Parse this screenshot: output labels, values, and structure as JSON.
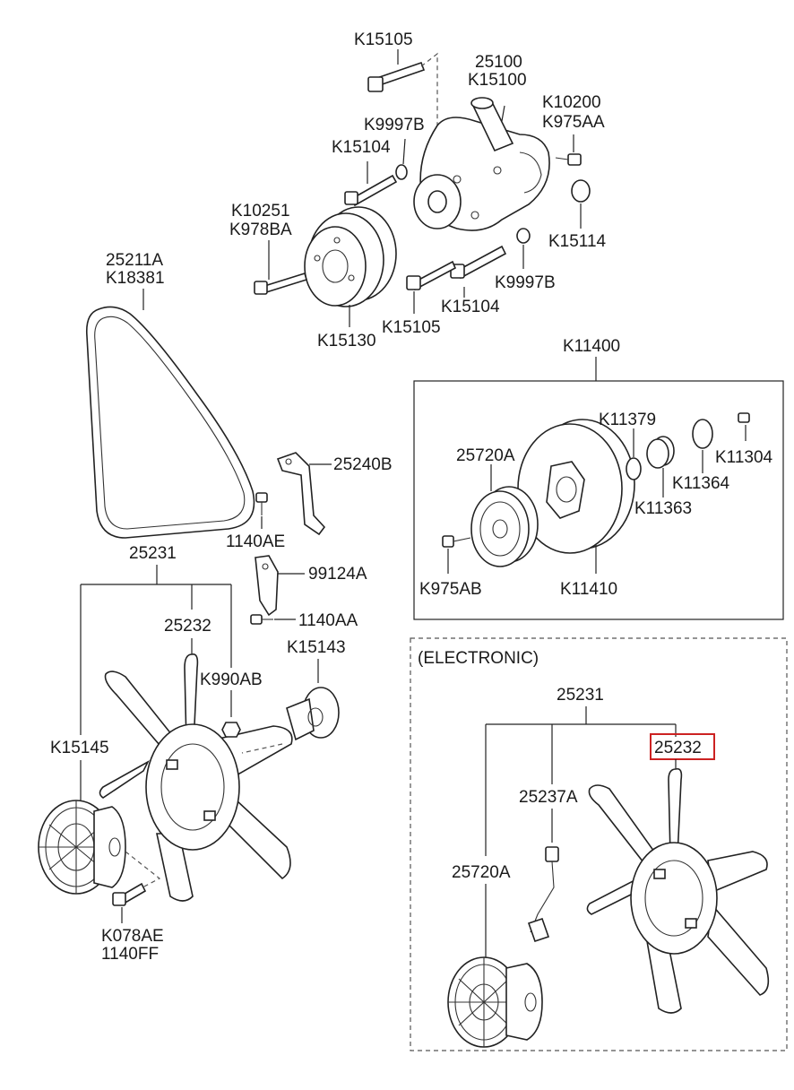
{
  "callouts": {
    "k15105_top": "K15105",
    "p25100": "25100",
    "k15100": "K15100",
    "k10200": "K10200",
    "k975aa": "K975AA",
    "k9997b_top": "K9997B",
    "k15104_top": "K15104",
    "k10251": "K10251",
    "k978ba": "K978BA",
    "k15114": "K15114",
    "p25211a": "25211A",
    "k18381": "K18381",
    "k9997b_bot": "K9997B",
    "k15104_bot": "K15104",
    "k15130": "K15130",
    "k15105_bot": "K15105",
    "k11400": "K11400",
    "k11379": "K11379",
    "p25720a_box": "25720A",
    "k11304": "K11304",
    "k11364": "K11364",
    "k11363": "K11363",
    "k975ab": "K975AB",
    "k11410": "K11410",
    "p25240b": "25240B",
    "p1140ae": "1140AE",
    "p25231": "25231",
    "p99124a": "99124A",
    "p1140aa": "1140AA",
    "p25232": "25232",
    "k15143": "K15143",
    "k990ab": "K990AB",
    "k15145": "K15145",
    "k078ae": "K078AE",
    "p1140ff": "1140FF",
    "electronic": "(ELECTRONIC)",
    "e25231": "25231",
    "e25232": "25232",
    "e25237a": "25237A",
    "e25720a": "25720A"
  },
  "highlight_color": "#cc2222"
}
